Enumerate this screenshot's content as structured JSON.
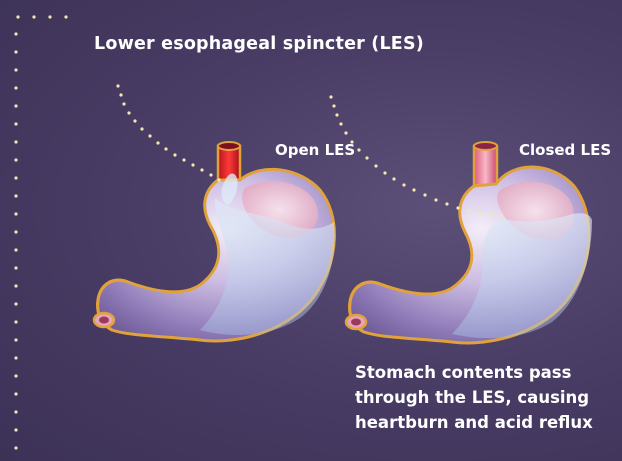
{
  "title": "Lower esophageal spincter (LES)",
  "labels": {
    "open": "Open LES",
    "closed": "Closed LES"
  },
  "caption": {
    "line1": "Stomach contents pass",
    "line2": "through the LES, causing",
    "line3": "heartburn and acid reflux"
  },
  "colors": {
    "background": "#4a3d66",
    "stomach_outline": "#e0a23a",
    "stomach_body": "#c4b3dc",
    "acid_red": "#d8202a",
    "fluid": "#b8d2ee",
    "dots": "#f6e6b0"
  }
}
